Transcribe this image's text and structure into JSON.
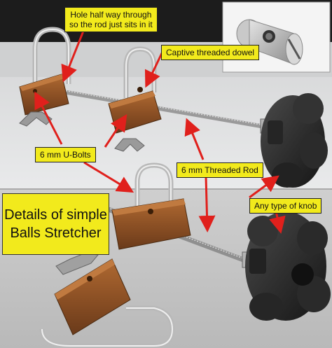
{
  "labels": {
    "hole": [
      "Hole half way through",
      "so the rod just sits in it"
    ],
    "dowel": "Captive threaded dowel",
    "ubolts": "6 mm U-Bolts",
    "rod": "6 mm Threaded Rod",
    "knob": "Any type of knob",
    "title": [
      "Details of simple",
      "Balls Stretcher"
    ]
  },
  "colors": {
    "label_bg": "#f2ea1c",
    "arrow": "#e0201c",
    "wood": "#9a5a2a",
    "knob": "#2a2a2a"
  }
}
